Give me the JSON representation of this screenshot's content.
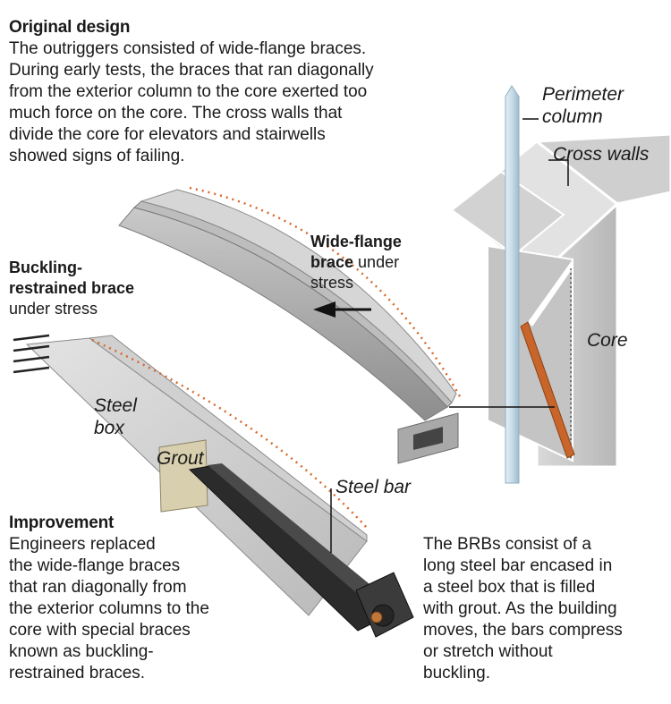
{
  "original": {
    "heading": "Original design",
    "lines": [
      "The outriggers consisted of wide-flange braces.",
      "During early tests, the braces that ran diagonally",
      "from the exterior column to the core exerted too",
      "much force on the core. The cross walls that",
      "divide the core for elevators and stairwells",
      "showed signs of failing."
    ]
  },
  "labels": {
    "perimeter_column": [
      "Perimeter",
      "column"
    ],
    "cross_walls": "Cross walls",
    "core": "Core",
    "steel_box": [
      "Steel",
      "box"
    ],
    "grout": "Grout",
    "steel_bar": "Steel bar"
  },
  "wide_flange": {
    "bold_1": "Wide-flange",
    "bold_2": "brace",
    "rest_2": " under",
    "line_3": "stress"
  },
  "brb": {
    "bold_1": "Buckling-",
    "bold_2": "restrained brace",
    "line_3": "under stress"
  },
  "improvement": {
    "heading": "Improvement",
    "lines": [
      "Engineers replaced",
      "the wide-flange braces",
      "that ran diagonally from",
      "the exterior columns to the",
      "core with special braces",
      "known as buckling-",
      "restrained braces."
    ]
  },
  "brbs_note": {
    "lines": [
      "The BRBs consist of a",
      "long steel bar encased in",
      "a steel box that is filled",
      "with grout. As the building",
      "moves, the bars compress",
      "or stretch without",
      "buckling."
    ]
  },
  "colors": {
    "stress_dots": "#d9682a",
    "brace_orange": "#c8652a",
    "column_blue": "#c6dbe8",
    "steel_gray": "#9a9a9a",
    "bar_dark": "#2b2b2b",
    "grout": "#d8cfae"
  }
}
